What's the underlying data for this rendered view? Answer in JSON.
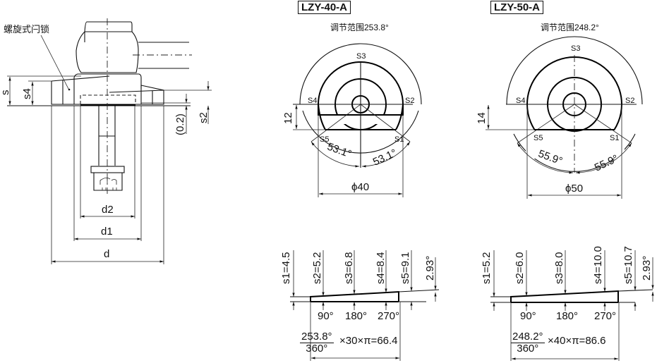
{
  "left_view": {
    "callout_label": "螺旋式闩锁",
    "dims": {
      "s": "s",
      "s4": "s4",
      "s2": "s2",
      "gap": "(0.2)",
      "d2": "d2",
      "d1": "d1",
      "d": "d"
    }
  },
  "lzy40": {
    "model": "LZY-40-A",
    "range_label": "调节范围253.8°",
    "points": {
      "s1": "S1",
      "s2": "S2",
      "s3": "S3",
      "s4": "S4",
      "s5": "S5"
    },
    "height_dim": "12",
    "angle_left": "53.1°",
    "angle_right": "53.1°",
    "diameter": "ϕ40",
    "developed": {
      "heights": [
        "s1=4.5",
        "s2=5.2",
        "s3=6.8",
        "s4=8.4",
        "s5=9.1"
      ],
      "slope": "2.93°",
      "angles": [
        "90°",
        "180°",
        "270°"
      ],
      "formula_num": "253.8°",
      "formula_den": "360°",
      "formula_rest": "×30×π=66.4"
    }
  },
  "lzy50": {
    "model": "LZY-50-A",
    "range_label": "调节范围248.2°",
    "points": {
      "s1": "S1",
      "s2": "S2",
      "s3": "S3",
      "s4": "S4",
      "s5": "S5"
    },
    "height_dim": "14",
    "angle_left": "55.9°",
    "angle_right": "55.9°",
    "diameter": "ϕ50",
    "developed": {
      "heights": [
        "s1=5.2",
        "s2=6.0",
        "s3=8.0",
        "s4=10.0",
        "s5=10.7"
      ],
      "slope": "2.93°",
      "angles": [
        "90°",
        "180°",
        "270°"
      ],
      "formula_num": "248.2°",
      "formula_den": "360°",
      "formula_rest": "×40×π=86.6"
    }
  }
}
